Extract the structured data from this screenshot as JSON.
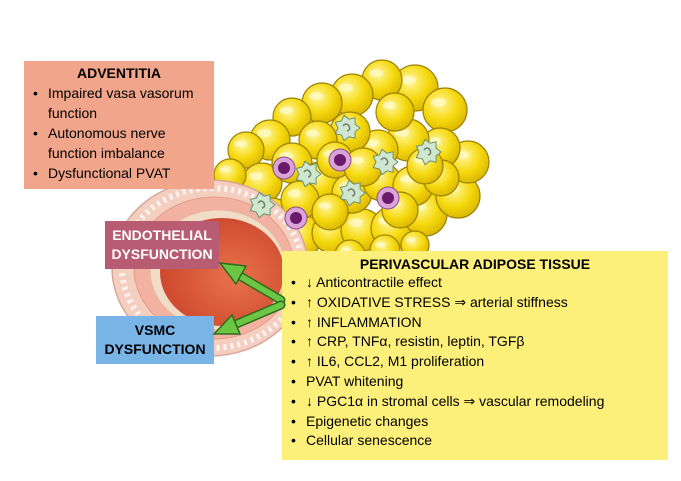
{
  "adventitia": {
    "title": "ADVENTITIA",
    "items": [
      "Impaired vasa vasorum function",
      "Autonomous nerve function imbalance",
      "Dysfunctional PVAT"
    ]
  },
  "endothelial": {
    "line1": "ENDOTHELIAL",
    "line2": "DYSFUNCTION"
  },
  "vsmc": {
    "line1": "VSMC",
    "line2": "DYSFUNCTION"
  },
  "pvat": {
    "title": "PERIVASCULAR ADIPOSE TISSUE",
    "items": [
      "↓ Anticontractile effect",
      "↑ OXIDATIVE STRESS ⇒ arterial stiffness",
      "↑ INFLAMMATION",
      "↑ CRP, TNFα, resistin, leptin, TGFβ",
      "↑ IL6, CCL2, M1 proliferation",
      "PVAT whitening",
      "↓ PGC1α in stromal cells ⇒ vascular remodeling",
      "Epigenetic changes",
      "Cellular senescence"
    ]
  },
  "colors": {
    "adventitia_box": "#f1a58a",
    "endothelial_box": "#b85c74",
    "vsmc_box": "#78b4e6",
    "pvat_box": "#fcf07a",
    "adipocyte": "#f5d80e",
    "arrow": "#6cc644"
  }
}
